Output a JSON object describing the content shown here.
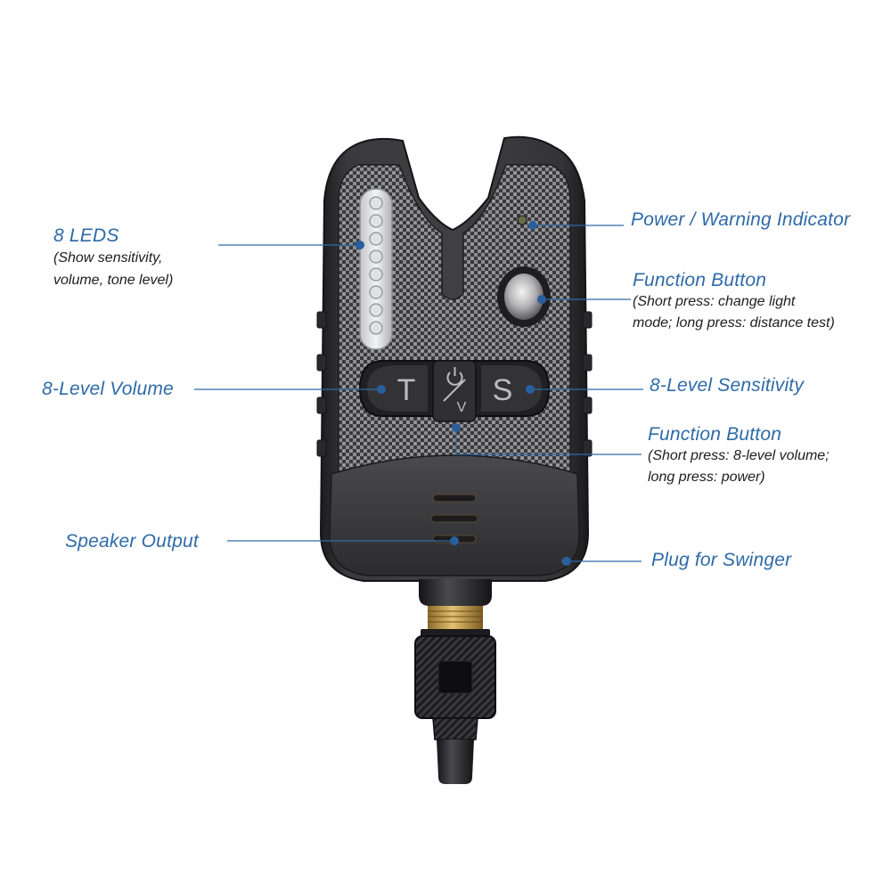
{
  "labels": {
    "leds": {
      "title": "8 LEDS",
      "desc_line1": "(Show sensitivity,",
      "desc_line2": "volume, tone level)"
    },
    "power": {
      "title": "Power / Warning Indicator"
    },
    "function_button_1": {
      "title": "Function Button",
      "desc_line1": "(Short press: change light",
      "desc_line2": "mode; long press: distance test)"
    },
    "volume": {
      "title": "8-Level Volume"
    },
    "sensitivity": {
      "title": "8-Level Sensitivity"
    },
    "function_button_2": {
      "title": "Function Button",
      "desc_line1": "(Short press: 8-level volume;",
      "desc_line2": "long press: power)"
    },
    "speaker": {
      "title": "Speaker Output"
    },
    "plug": {
      "title": "Plug for Swinger"
    }
  },
  "device": {
    "button_t": "T",
    "button_s": "S",
    "button_v": "V",
    "led_count": 8
  },
  "colors": {
    "accent": "#2e6aa8",
    "callout_dot": "#2a5f9e",
    "body_dark": "#2e2e30",
    "carbon_light": "#8a8a8c",
    "brass": "#c9a055"
  }
}
